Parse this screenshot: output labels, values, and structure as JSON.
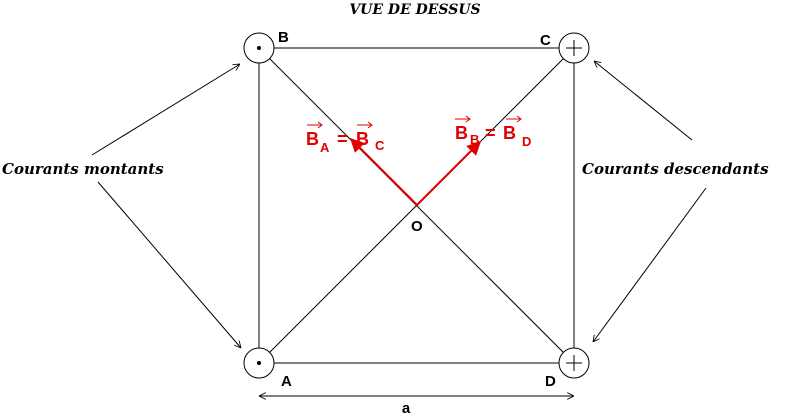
{
  "title": "VUE DE DESSUS",
  "left_label": "Courants montants",
  "right_label": "Courants descendants",
  "points": {
    "A": "A",
    "B": "B",
    "C": "C",
    "D": "D",
    "O": "O"
  },
  "dimension_label": "a",
  "field_left": {
    "main": "B",
    "sub": "A",
    "eq": "=",
    "main2": "B",
    "sub2": "C"
  },
  "field_right": {
    "main": "B",
    "sub": "B",
    "eq": "=",
    "main2": "B",
    "sub2": "D"
  },
  "colors": {
    "field": "#e10000",
    "lines": "#000000"
  }
}
